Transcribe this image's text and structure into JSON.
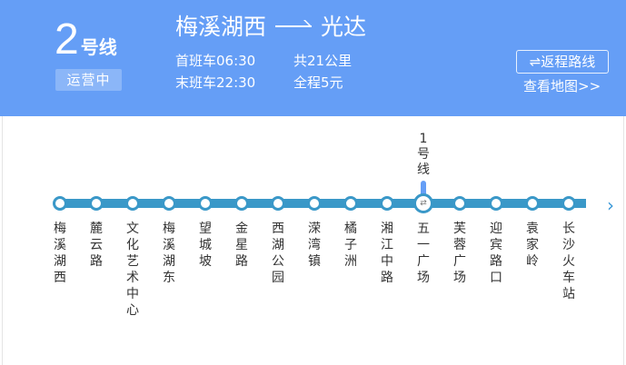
{
  "header": {
    "line_number": "2",
    "line_suffix": "号线",
    "status": "运营中",
    "origin": "梅溪湖西",
    "destination": "光达",
    "first_train": "首班车06:30",
    "last_train": "末班车22:30",
    "distance": "共21公里",
    "fare": "全程5元",
    "reverse_label": "⇌返程路线",
    "map_link": "查看地图>>"
  },
  "colors": {
    "header_bg": "#659ef6",
    "line": "#3a98c8",
    "transfer_stub": "#659ef6"
  },
  "transfer": {
    "station": "五一广场",
    "line": "1号线"
  },
  "stations": [
    "梅溪湖西",
    "麓云路",
    "文化艺术中心",
    "梅溪湖东",
    "望城坡",
    "金星路",
    "西湖公园",
    "溁湾镇",
    "橘子洲",
    "湘江中路",
    "五一广场",
    "芙蓉广场",
    "迎宾路口",
    "袁家岭",
    "长沙火车站"
  ],
  "next_icon": "›"
}
